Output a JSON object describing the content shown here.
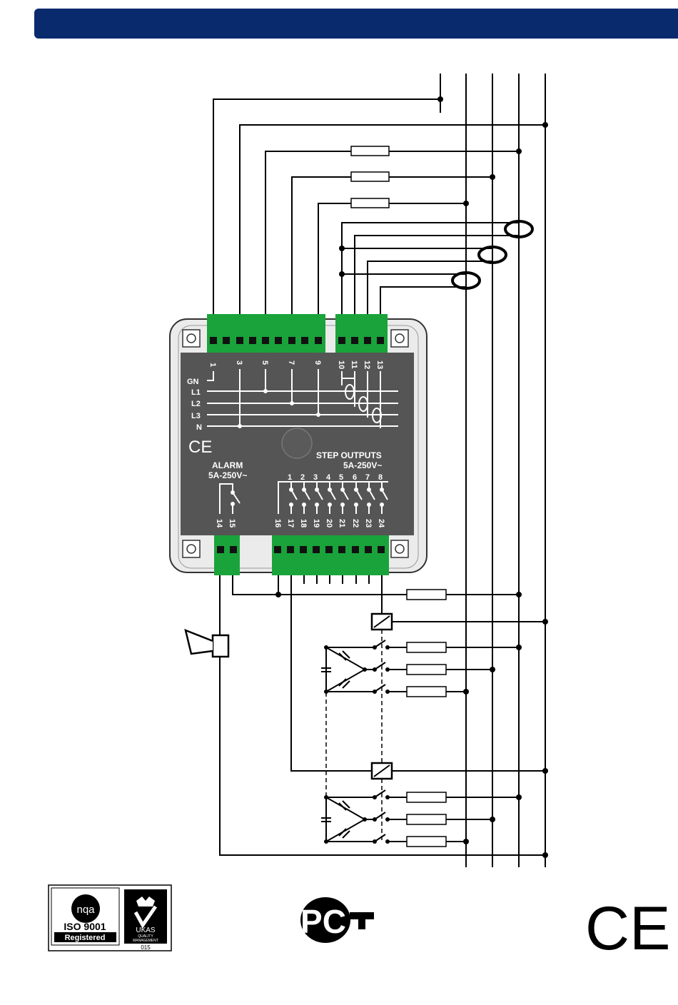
{
  "device": {
    "voltage_terminals": [
      "1",
      "3",
      "5",
      "7",
      "9"
    ],
    "current_terminals": [
      "10",
      "11",
      "12",
      "13"
    ],
    "line_labels": [
      "GN",
      "L1",
      "L2",
      "L3",
      "N"
    ],
    "alarm_title": "ALARM",
    "alarm_rating": "5A-250V~",
    "alarm_terminals": [
      "14",
      "15"
    ],
    "step_title": "STEP OUTPUTS",
    "step_rating": "5A-250V~",
    "step_numbers": [
      "1",
      "2",
      "3",
      "4",
      "5",
      "6",
      "7",
      "8"
    ],
    "step_terminals": [
      "16",
      "17",
      "18",
      "19",
      "20",
      "21",
      "22",
      "23",
      "24"
    ],
    "ce_mark": "CE"
  },
  "logos": {
    "nqa_text": "nqa",
    "iso_text": "ISO 9001",
    "registered_text": "Registered",
    "ukas_text": "UKAS",
    "ukas_sub1": "QUALITY",
    "ukas_sub2": "MANAGEMENT",
    "ukas_number": "015",
    "gost_text": "PC",
    "ce_text": "CE"
  },
  "colors": {
    "header": "#0a2a6e",
    "terminal_green": "#1aa33a",
    "device_face": "#555555",
    "device_frame": "#ebebeb"
  }
}
